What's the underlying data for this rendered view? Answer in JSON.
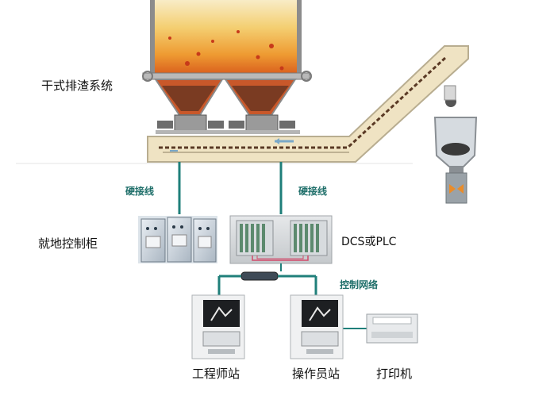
{
  "labels": {
    "system": "干式排渣系统",
    "local_cabinet": "就地控制柜",
    "hardwire_left": "硬接线",
    "hardwire_right": "硬接线",
    "dcs_plc": "DCS或PLC",
    "control_network": "控制网络",
    "engineer_station": "工程师站",
    "operator_station": "操作员站",
    "printer": "打印机"
  },
  "colors": {
    "link_line": "#1f7f7a",
    "label_teal": "#1f6f6a",
    "hopper_top": "#f7e7b8",
    "hopper_mid": "#f0b545",
    "hopper_bottom": "#d9581a",
    "conveyor": "#efe3c3"
  }
}
